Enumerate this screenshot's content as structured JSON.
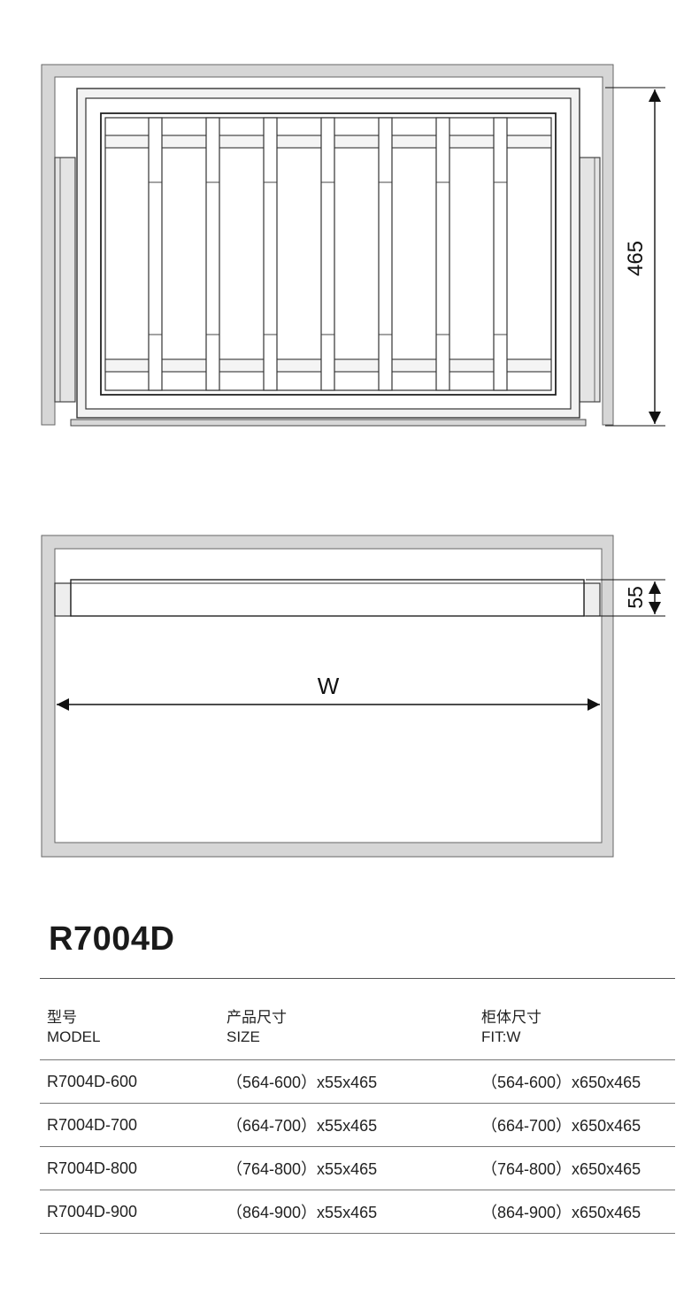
{
  "top_view": {
    "height_dim": "465"
  },
  "front_view": {
    "thickness_dim": "55",
    "width_dim": "W"
  },
  "model": "R7004D",
  "table": {
    "headers": [
      {
        "zh": "型号",
        "en": "MODEL"
      },
      {
        "zh": "产品尺寸",
        "en": "SIZE"
      },
      {
        "zh": "柜体尺寸",
        "en": "FIT:W"
      }
    ],
    "rows": [
      [
        "R7004D-600",
        "（564-600）x55x465",
        "（564-600）x650x465"
      ],
      [
        "R7004D-700",
        "（664-700）x55x465",
        "（664-700）x650x465"
      ],
      [
        "R7004D-800",
        "（764-800）x55x465",
        "（764-800）x650x465"
      ],
      [
        "R7004D-900",
        "（864-900）x55x465",
        "（864-900）x650x465"
      ]
    ]
  },
  "colors": {
    "frame_gray": "#d4d4d4",
    "line": "#222222"
  }
}
